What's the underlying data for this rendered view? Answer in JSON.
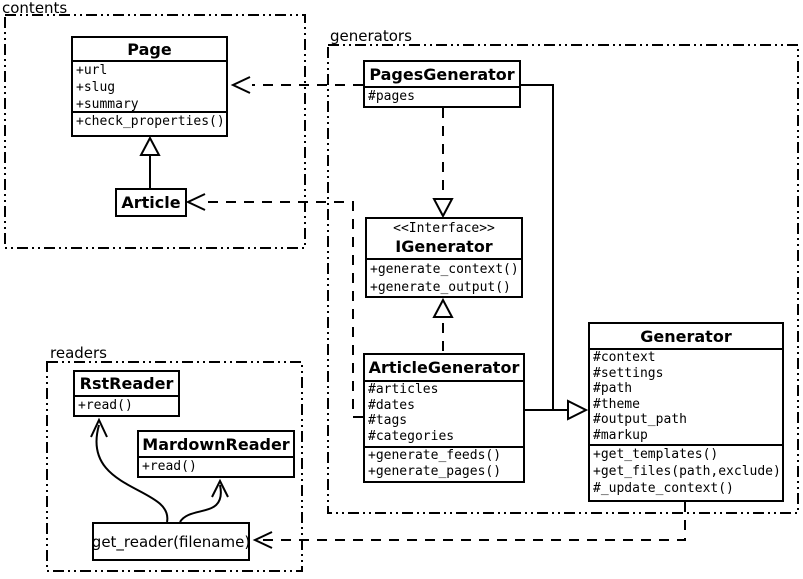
{
  "packages": {
    "contents": {
      "label": "contents"
    },
    "generators": {
      "label": "generators"
    },
    "readers": {
      "label": "readers"
    }
  },
  "classes": {
    "page": {
      "title": "Page",
      "attributes": [
        "+url",
        "+slug",
        "+summary"
      ],
      "methods": [
        "+check_properties()"
      ]
    },
    "article": {
      "title": "Article"
    },
    "pages_generator": {
      "title": "PagesGenerator",
      "attributes": [
        "#pages"
      ]
    },
    "igenerator": {
      "stereotype": "<<Interface>>",
      "title": "IGenerator",
      "methods": [
        "+generate_context()",
        "+generate_output()"
      ]
    },
    "article_generator": {
      "title": "ArticleGenerator",
      "attributes": [
        "#articles",
        "#dates",
        "#tags",
        "#categories"
      ],
      "methods": [
        "+generate_feeds()",
        "+generate_pages()"
      ]
    },
    "generator": {
      "title": "Generator",
      "attributes": [
        "#context",
        "#settings",
        "#path",
        "#theme",
        "#output_path",
        "#markup"
      ],
      "methods": [
        "+get_templates()",
        "+get_files(path,exclude)",
        "#_update_context()"
      ]
    },
    "rst_reader": {
      "title": "RstReader",
      "methods": [
        "+read()"
      ]
    },
    "mardown_reader": {
      "title": "MardownReader",
      "methods": [
        "+read()"
      ]
    },
    "get_reader": {
      "title": "get_reader(filename)"
    }
  },
  "relationships": [
    {
      "type": "inheritance",
      "from": "Article",
      "to": "Page"
    },
    {
      "type": "dependency",
      "from": "PagesGenerator",
      "to": "Page"
    },
    {
      "type": "dependency",
      "from": "ArticleGenerator",
      "to": "Article"
    },
    {
      "type": "realization",
      "from": "PagesGenerator",
      "to": "IGenerator"
    },
    {
      "type": "realization",
      "from": "ArticleGenerator",
      "to": "IGenerator"
    },
    {
      "type": "inheritance",
      "from": "PagesGenerator",
      "to": "Generator"
    },
    {
      "type": "inheritance",
      "from": "ArticleGenerator",
      "to": "Generator"
    },
    {
      "type": "dependency",
      "from": "Generator",
      "to": "get_reader(filename)"
    },
    {
      "type": "call",
      "from": "get_reader(filename)",
      "to": "RstReader"
    },
    {
      "type": "call",
      "from": "get_reader(filename)",
      "to": "MardownReader"
    }
  ],
  "colors": {
    "line": "#000000",
    "background": "#ffffff",
    "box_fill": "#ffffff"
  }
}
